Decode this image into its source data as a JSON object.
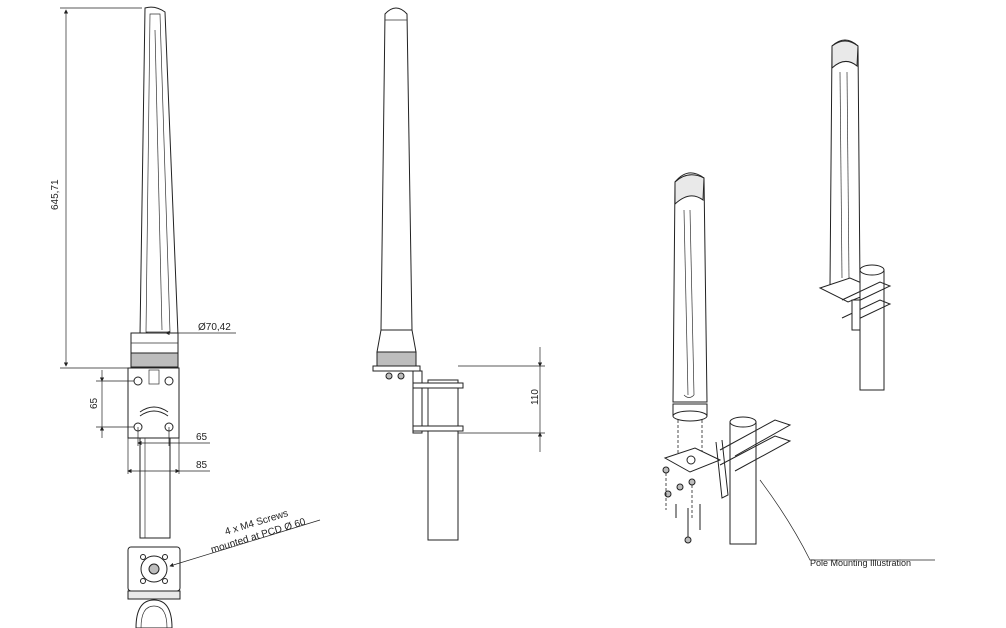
{
  "dimensions": {
    "height": "645,71",
    "diameter": "Ø70,42",
    "bracket_height": "65",
    "bracket_width_inner": "65",
    "bracket_width_outer": "85",
    "clamp_spacing": "110"
  },
  "callouts": {
    "screws_line1": "4 x M4 Screws",
    "screws_line2": "mounted at PCD Ø 60",
    "pole_mount": "Pole Mounting Illustration"
  }
}
